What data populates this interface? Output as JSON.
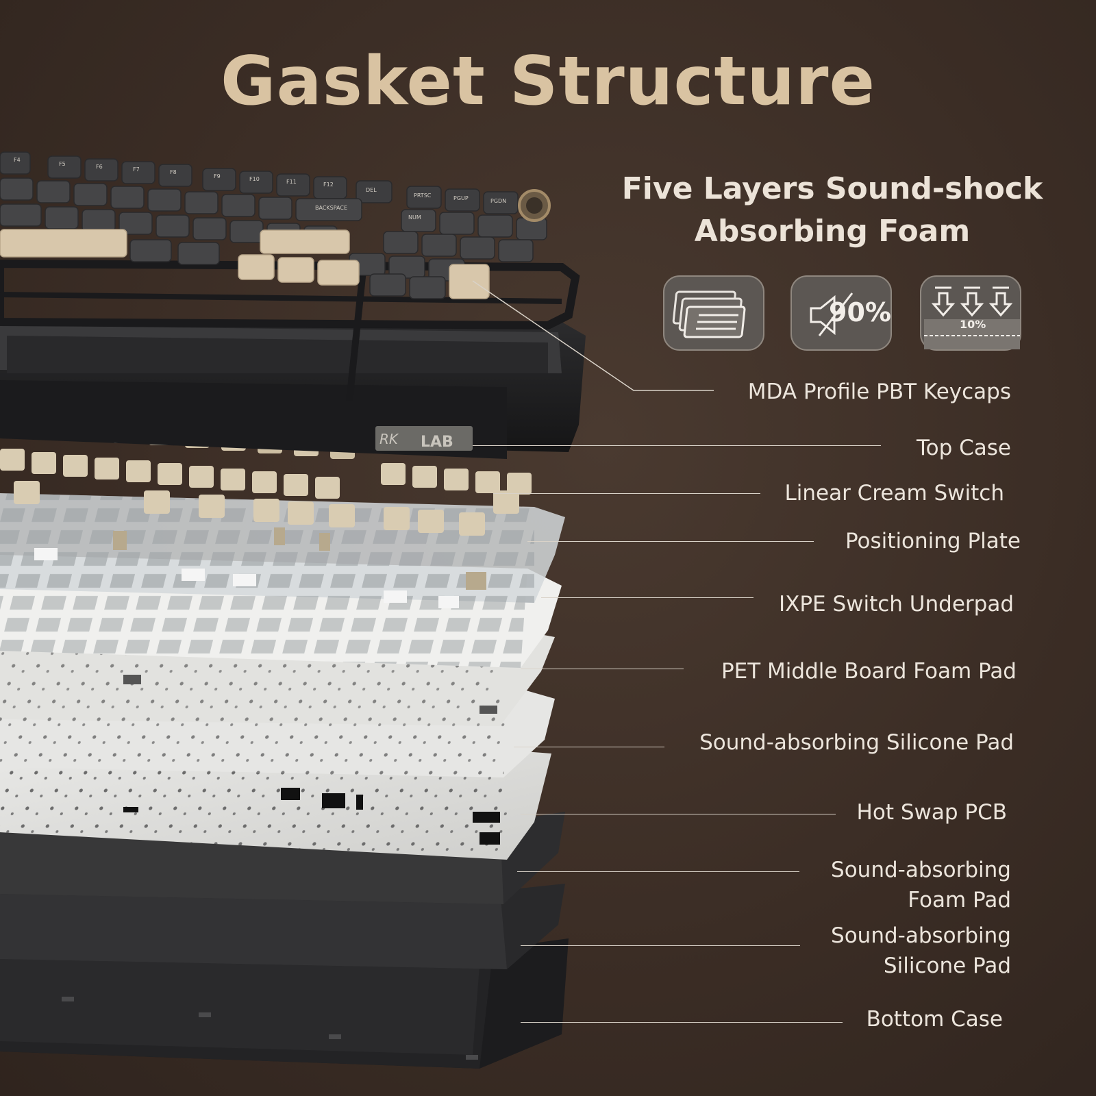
{
  "title": "Gasket Structure",
  "subtitle": {
    "line1": "Five Layers Sound-shock",
    "line2": "Absorbing Foam"
  },
  "badges": [
    {
      "icon": "layered-foam-icon"
    },
    {
      "icon": "sound-muted-icon",
      "text": "90%"
    },
    {
      "icon": "pressure-arrows-icon",
      "text": "10%"
    }
  ],
  "keyboard": {
    "keycaps": [
      "F4",
      "F5",
      "F6",
      "F7",
      "F8",
      "F9",
      "F10",
      "F11",
      "F12",
      "DEL",
      "PRTSC",
      "PGUP",
      "PGDN",
      "BACKSPACE",
      "NUM"
    ],
    "badge_plate": "RK",
    "badge_plate_text": "LAB"
  },
  "layers": [
    {
      "label": "MDA Profile PBT Keycaps"
    },
    {
      "label": "Top Case"
    },
    {
      "label": "Linear Cream Switch"
    },
    {
      "label": "Positioning Plate"
    },
    {
      "label": "IXPE Switch Underpad"
    },
    {
      "label": "PET Middle Board Foam Pad"
    },
    {
      "label": "Sound-absorbing Silicone Pad"
    },
    {
      "label": "Hot Swap PCB"
    },
    {
      "label_line1": "Sound-absorbing",
      "label_line2": "Foam Pad"
    },
    {
      "label_line1": "Sound-absorbing",
      "label_line2": "Silicone Pad"
    },
    {
      "label": "Bottom Case"
    }
  ],
  "colors": {
    "background": "#3b2d25",
    "title": "#d9c3a2",
    "text": "#ece5dc",
    "keycap_dark": "#3d3d3f",
    "keycap_cream": "#d8c7ab",
    "case": "#1e1e20"
  }
}
